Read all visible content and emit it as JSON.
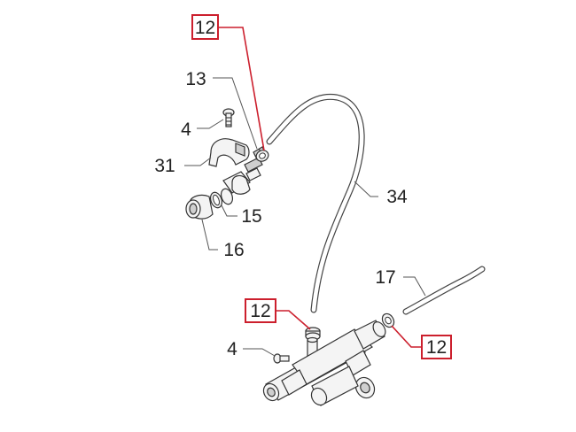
{
  "colors": {
    "highlight": "#cc1f2d",
    "line": "#444444",
    "text": "#222222"
  },
  "callouts": {
    "label_12_top": "12",
    "label_13": "13",
    "label_4_top": "4",
    "label_31": "31",
    "label_15": "15",
    "label_16": "16",
    "label_34": "34",
    "label_17": "17",
    "label_12_mid": "12",
    "label_12_right": "12",
    "label_4_bottom": "4"
  }
}
